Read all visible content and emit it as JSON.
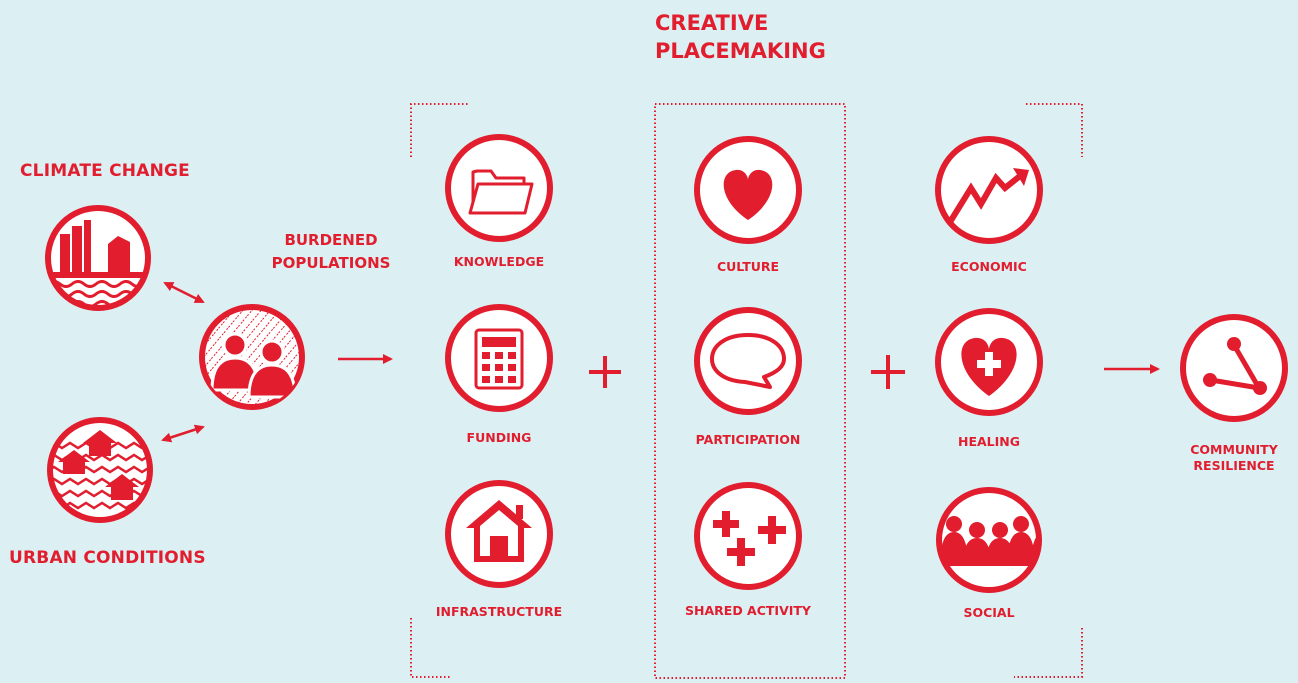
{
  "colors": {
    "accent": "#e11d2e",
    "background": "#dcf0f4"
  },
  "labels": {
    "climate_change": "CLIMATE CHANGE",
    "urban_conditions": "URBAN CONDITIONS",
    "burdened_populations": [
      "BURDENED",
      "POPULATIONS"
    ],
    "creative_placemaking": [
      "CREATIVE",
      "PLACEMAKING"
    ],
    "community_resilience": [
      "COMMUNITY",
      "RESILIENCE"
    ]
  },
  "columns": {
    "inputs": [
      "KNOWLEDGE",
      "FUNDING",
      "INFRASTRUCTURE"
    ],
    "placemaking": [
      "CULTURE",
      "PARTICIPATION",
      "SHARED ACTIVITY"
    ],
    "outcomes": [
      "ECONOMIC",
      "HEALING",
      "SOCIAL"
    ]
  },
  "icons": {
    "climate_change": "flooded-buildings-icon",
    "urban_conditions": "houses-on-waves-icon",
    "burdened_populations": "people-icon",
    "knowledge": "folder-icon",
    "funding": "calculator-icon",
    "infrastructure": "house-icon",
    "culture": "heart-icon",
    "participation": "speech-bubble-icon",
    "shared_activity": "plus-signs-icon",
    "economic": "trend-arrow-icon",
    "healing": "heart-cross-icon",
    "social": "crowd-icon",
    "community_resilience": "network-icon"
  },
  "operators": {
    "plus": "+"
  }
}
